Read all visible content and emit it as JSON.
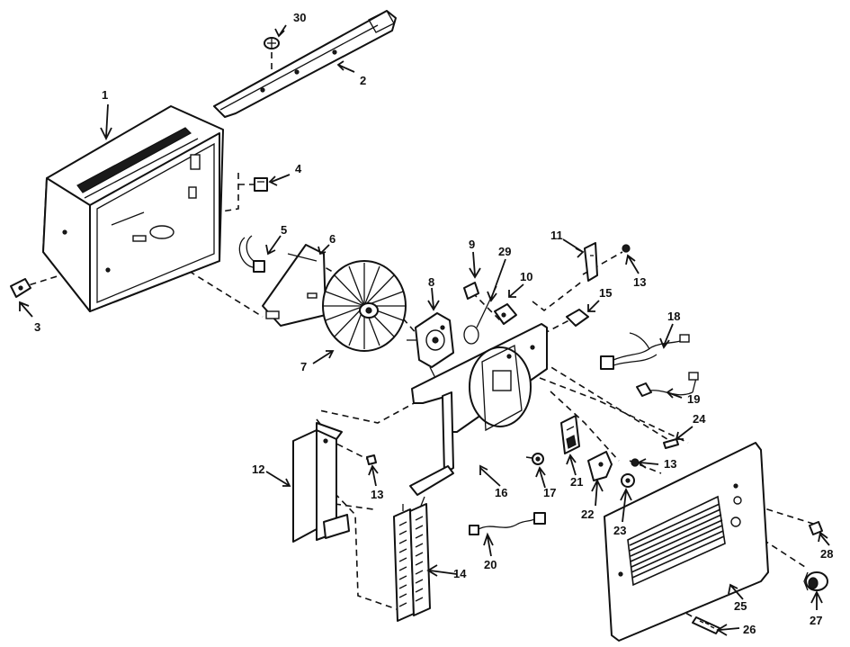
{
  "callouts": [
    {
      "id": "1",
      "text": "1"
    },
    {
      "id": "2",
      "text": "2"
    },
    {
      "id": "3",
      "text": "3"
    },
    {
      "id": "4",
      "text": "4"
    },
    {
      "id": "5",
      "text": "5"
    },
    {
      "id": "6",
      "text": "6"
    },
    {
      "id": "7",
      "text": "7"
    },
    {
      "id": "8",
      "text": "8"
    },
    {
      "id": "9",
      "text": "9"
    },
    {
      "id": "10",
      "text": "10"
    },
    {
      "id": "11",
      "text": "11"
    },
    {
      "id": "12",
      "text": "12"
    },
    {
      "id": "13a",
      "text": "13"
    },
    {
      "id": "13b",
      "text": "13"
    },
    {
      "id": "13c",
      "text": "13"
    },
    {
      "id": "14",
      "text": "14"
    },
    {
      "id": "15",
      "text": "15"
    },
    {
      "id": "16",
      "text": "16"
    },
    {
      "id": "17",
      "text": "17"
    },
    {
      "id": "18",
      "text": "18"
    },
    {
      "id": "19",
      "text": "19"
    },
    {
      "id": "20",
      "text": "20"
    },
    {
      "id": "21",
      "text": "21"
    },
    {
      "id": "22",
      "text": "22"
    },
    {
      "id": "23",
      "text": "23"
    },
    {
      "id": "24",
      "text": "24"
    },
    {
      "id": "25",
      "text": "25"
    },
    {
      "id": "26",
      "text": "26"
    },
    {
      "id": "27",
      "text": "27"
    },
    {
      "id": "28",
      "text": "28"
    },
    {
      "id": "29",
      "text": "29"
    },
    {
      "id": "30",
      "text": "30"
    }
  ]
}
